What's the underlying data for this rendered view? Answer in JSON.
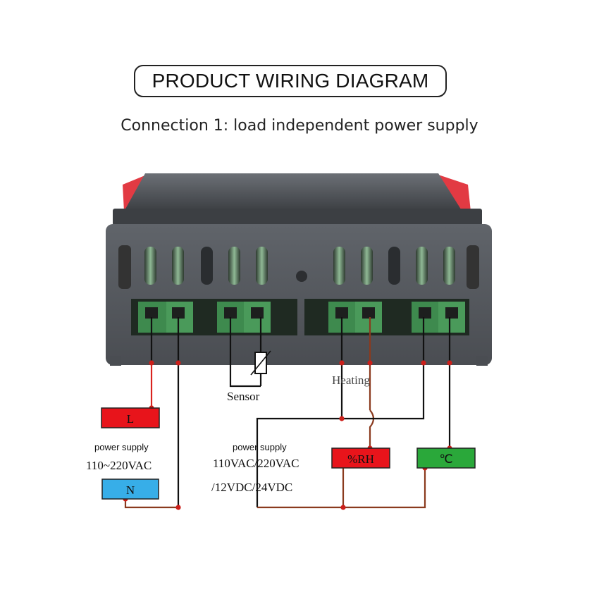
{
  "title": "PRODUCT WIRING DIAGRAM",
  "subtitle": "Connection 1: load independent power supply",
  "labels": {
    "sensor": "Sensor",
    "heating": "Heating",
    "L": "L",
    "N": "N",
    "rh": "%RH",
    "celsius": "℃",
    "left_supply_caption": "power supply",
    "left_supply_voltage": "110~220VAC",
    "right_supply_caption": "power supply",
    "right_supply_voltage_1": "110VAC/220VAC",
    "right_supply_voltage_2": "/12VDC/24VDC"
  },
  "colors": {
    "L_box": "#e8141b",
    "N_box": "#37aee8",
    "rh_box": "#e8141b",
    "celsius_box": "#2aa83a",
    "live_wire": "#d9231f",
    "load_wire": "#8a3a1e",
    "dot": "#cc1f1a",
    "housing": "#55595e",
    "terminal": "#3e8a4e"
  }
}
